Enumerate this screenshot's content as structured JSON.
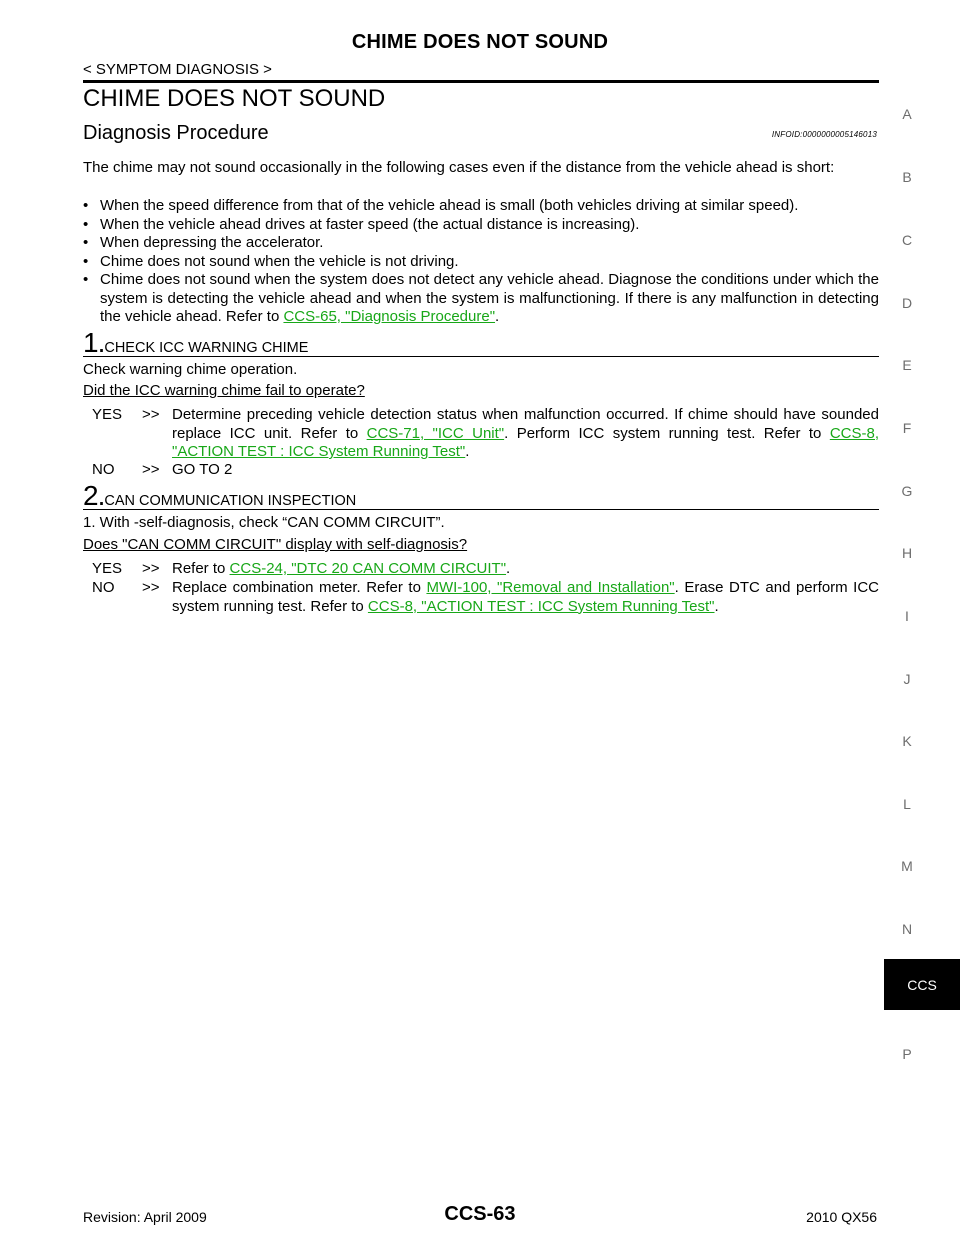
{
  "header": {
    "title": "CHIME DOES NOT SOUND",
    "section": "< SYMPTOM DIAGNOSIS >"
  },
  "heading": "CHIME DOES NOT SOUND",
  "subheading": "Diagnosis Procedure",
  "info_id": "INFOID:0000000005146013",
  "intro": "The chime may not sound occasionally in the following cases even if the distance from the vehicle ahead is short:",
  "bullets": [
    "When the speed difference from that of the vehicle ahead is small (both vehicles driving at similar speed).",
    "When the vehicle ahead drives at faster speed (the actual distance is increasing).",
    "When depressing the accelerator.",
    "Chime does not sound when the vehicle is not driving."
  ],
  "bullet5": {
    "text": "Chime does not sound when the system does not detect any vehicle ahead. Diagnose the conditions under which the system is detecting the vehicle ahead and when the system is malfunctioning. If there is any malfunction in detecting the vehicle ahead. Refer to ",
    "link": "CCS-65, \"Diagnosis Procedure\"",
    "end": "."
  },
  "step1": {
    "number": "1.",
    "title": "CHECK ICC WARNING CHIME",
    "instruction": "Check warning chime operation.",
    "question": "Did the ICC warning chime fail to operate?",
    "yes_key": "YES",
    "yes_arrow": ">>",
    "yes_text_a": "Determine preceding vehicle detection status when malfunction occurred. If chime should have sounded replace ICC unit. Refer to ",
    "yes_link_a": "CCS-71, \"ICC Unit\"",
    "yes_text_b": ". Perform ICC system running test. Refer to ",
    "yes_link_b": "CCS-8, \"ACTION TEST : ICC System Running Test\"",
    "yes_end": ".",
    "no_key": "NO",
    "no_arrow": ">>",
    "no_text": "GO TO 2"
  },
  "step2": {
    "number": "2.",
    "title": "CAN COMMUNICATION INSPECTION",
    "instruction": "1.  With -self-diagnosis, check “CAN COMM CIRCUIT”.",
    "question": "Does \"CAN COMM CIRCUIT\" display with self-diagnosis?",
    "yes_key": "YES",
    "yes_arrow": ">>",
    "yes_text": "Refer to ",
    "yes_link": "CCS-24, \"DTC 20 CAN COMM CIRCUIT\"",
    "yes_end": ".",
    "no_key": "NO",
    "no_arrow": ">>",
    "no_text_a": "Replace combination meter. Refer to ",
    "no_link_a": "MWI-100, \"Removal and Installation\"",
    "no_text_b": ". Erase DTC and perform ICC system running test. Refer to ",
    "no_link_b": "CCS-8, \"ACTION TEST : ICC System Running Test\"",
    "no_end": "."
  },
  "side_tabs": [
    "A",
    "B",
    "C",
    "D",
    "E",
    "F",
    "G",
    "H",
    "I",
    "J",
    "K",
    "L",
    "M",
    "N"
  ],
  "active_tab": "CCS",
  "last_tab": "P",
  "footer": {
    "revision": "Revision: April 2009",
    "page": "CCS-63",
    "model": "2010 QX56"
  }
}
